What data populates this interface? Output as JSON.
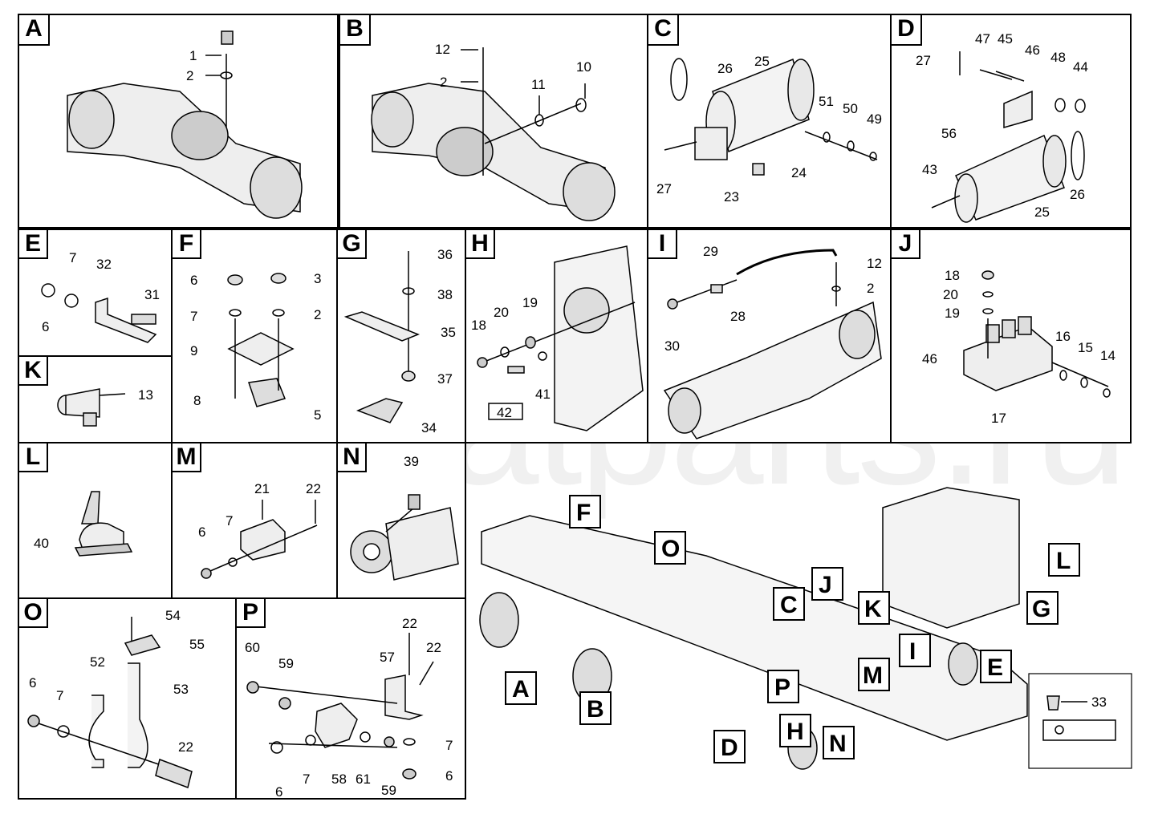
{
  "panels": [
    {
      "id": "A",
      "callouts": [
        "1",
        "2"
      ]
    },
    {
      "id": "B",
      "callouts": [
        "12",
        "2",
        "11",
        "10"
      ]
    },
    {
      "id": "C",
      "callouts": [
        "26",
        "25",
        "51",
        "50",
        "49",
        "27",
        "23",
        "24"
      ]
    },
    {
      "id": "D",
      "callouts": [
        "27",
        "47",
        "45",
        "46",
        "48",
        "44",
        "56",
        "43",
        "25",
        "26"
      ]
    },
    {
      "id": "E",
      "callouts": [
        "7",
        "32",
        "31",
        "6"
      ]
    },
    {
      "id": "F",
      "callouts": [
        "6",
        "3",
        "7",
        "2",
        "9",
        "8",
        "5"
      ]
    },
    {
      "id": "G",
      "callouts": [
        "36",
        "38",
        "35",
        "37",
        "34"
      ]
    },
    {
      "id": "H",
      "callouts": [
        "18",
        "20",
        "19",
        "42",
        "41"
      ]
    },
    {
      "id": "I",
      "callouts": [
        "29",
        "12",
        "2",
        "28",
        "30"
      ]
    },
    {
      "id": "J",
      "callouts": [
        "18",
        "20",
        "19",
        "16",
        "15",
        "14",
        "46",
        "17"
      ]
    },
    {
      "id": "K",
      "callouts": [
        "13"
      ]
    },
    {
      "id": "L",
      "callouts": [
        "40"
      ]
    },
    {
      "id": "M",
      "callouts": [
        "21",
        "22",
        "6",
        "7"
      ]
    },
    {
      "id": "N",
      "callouts": [
        "39"
      ]
    },
    {
      "id": "O",
      "callouts": [
        "54",
        "55",
        "52",
        "53",
        "6",
        "7",
        "22"
      ]
    },
    {
      "id": "P",
      "callouts": [
        "22",
        "60",
        "59",
        "57",
        "22",
        "7",
        "6",
        "7",
        "58",
        "61",
        "59",
        "6"
      ]
    }
  ],
  "overview_labels": [
    "F",
    "O",
    "J",
    "C",
    "K",
    "I",
    "E",
    "M",
    "P",
    "H",
    "D",
    "N",
    "A",
    "B",
    "L",
    "G"
  ],
  "detail_callout": "33",
  "watermark": "amsatparts.ru"
}
